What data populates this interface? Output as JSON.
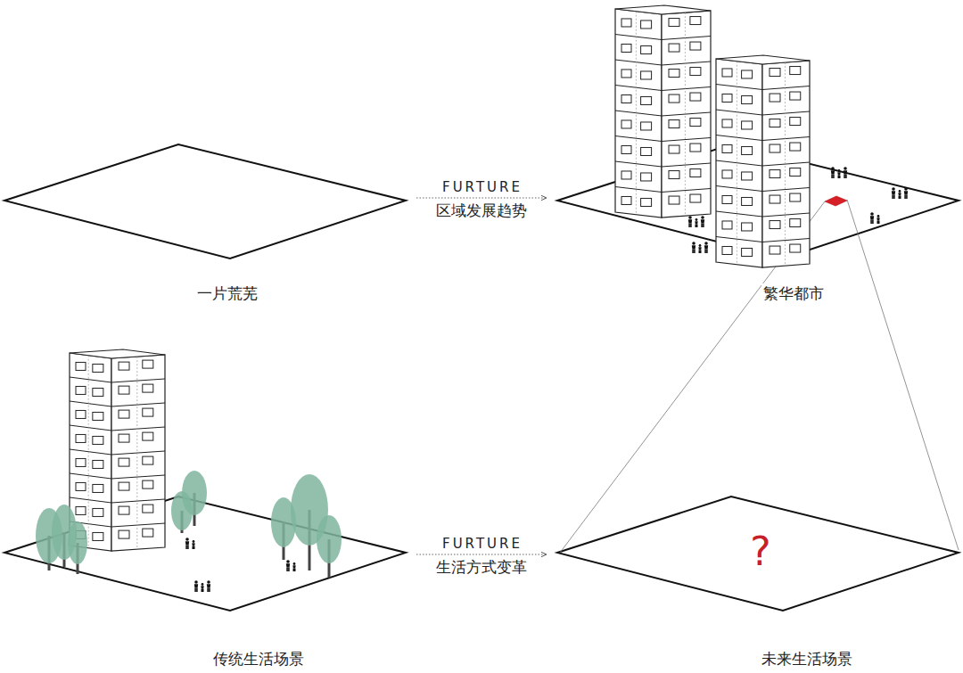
{
  "diagram": {
    "nodes": [
      {
        "text": [
          "一片荒芜"
        ]
      },
      {
        "text": [
          "繁华都市"
        ]
      },
      {
        "text": [
          "传统生活场景"
        ]
      },
      {
        "text": [
          "未来生活场景",
          "?"
        ]
      }
    ],
    "edges": [
      {
        "from": 0,
        "to": 1,
        "arrow": "to",
        "label": "区域发展趋势"
      },
      {
        "from": 2,
        "to": 3,
        "arrow": "to",
        "label": "生活方式变革"
      }
    ],
    "labels": [
      "FURTURE",
      "FURTURE"
    ]
  }
}
